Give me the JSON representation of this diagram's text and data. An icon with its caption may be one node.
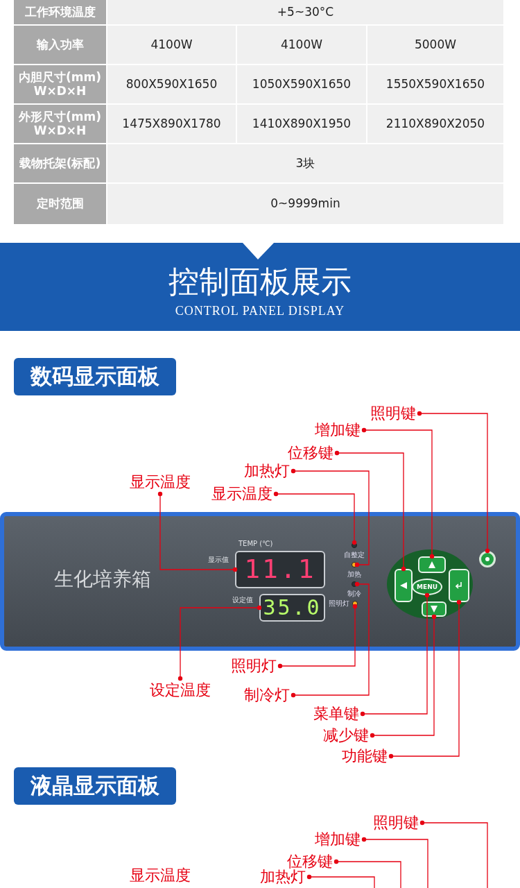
{
  "diagram": {
    "nodes": [
      {
        "text": [
          "数码显示面板"
        ]
      },
      {
        "text": [
          "生化培养箱"
        ]
      },
      {
        "text": [
          "11.1"
        ],
        "in": 1,
        "beside": [
          "TEMP (℃)",
          "显示值"
        ]
      },
      {
        "text": [
          "35.0"
        ],
        "in": 1,
        "beside": [
          "设定值"
        ]
      },
      {
        "text": [],
        "shape": "circle",
        "in": 1
      },
      {
        "text": [],
        "shape": "circle",
        "in": 1
      },
      {
        "text": [],
        "shape": "circle",
        "in": 1
      },
      {
        "text": [],
        "shape": "circle",
        "in": 1
      },
      {
        "text": [],
        "shape": "box",
        "in": 1
      },
      {
        "text": [],
        "shape": "box",
        "in": 1
      },
      {
        "text": [],
        "shape": "box",
        "in": 1
      },
      {
        "text": [],
        "shape": "box",
        "in": 1
      },
      {
        "text": [
          "MENU"
        ],
        "in": 1
      },
      {
        "text": [],
        "shape": "circle",
        "in": 1
      },
      {
        "text": [
          "显示温度"
        ]
      },
      {
        "text": [
          "显示温度"
        ]
      },
      {
        "text": [
          "加热灯"
        ]
      },
      {
        "text": [
          "位移键"
        ]
      },
      {
        "text": [
          "增加键"
        ]
      },
      {
        "text": [
          "照明键"
        ]
      },
      {
        "text": [
          "设定温度"
        ]
      },
      {
        "text": [
          "照明灯"
        ]
      },
      {
        "text": [
          "制冷灯"
        ]
      },
      {
        "text": [
          "菜单键"
        ]
      },
      {
        "text": [
          "减少键"
        ]
      },
      {
        "text": [
          "功能键"
        ]
      },
      {
        "text": [
          "液晶显示面板"
        ]
      },
      {
        "text": [
          "照明键"
        ]
      },
      {
        "text": [
          "增加键"
        ]
      },
      {
        "text": [
          "位移键"
        ]
      },
      {
        "text": [
          "加热灯"
        ]
      },
      {
        "text": [
          "显示温度"
        ]
      }
    ],
    "edges": [
      {
        "from": 14,
        "to": 2,
        "arrow": "other"
      },
      {
        "from": 15,
        "to": 4,
        "arrow": "other"
      },
      {
        "from": 16,
        "to": 5,
        "arrow": "other"
      },
      {
        "from": 17,
        "to": 8,
        "arrow": "other"
      },
      {
        "from": 18,
        "to": 9,
        "arrow": "other"
      },
      {
        "from": 19,
        "to": 13,
        "arrow": "other"
      },
      {
        "from": 20,
        "to": 3,
        "arrow": "other"
      },
      {
        "from": 21,
        "to": 7,
        "arrow": "other"
      },
      {
        "from": 22,
        "to": 6,
        "arrow": "other"
      },
      {
        "from": 23,
        "to": 12,
        "arrow": "other"
      },
      {
        "from": 24,
        "to": 11,
        "arrow": "other"
      },
      {
        "from": 25,
        "to": 10,
        "arrow": "other"
      },
      {
        "from": 27,
        "to": null,
        "arrow": "other"
      },
      {
        "from": 28,
        "to": null,
        "arrow": "other"
      },
      {
        "from": 29,
        "to": null,
        "arrow": "other"
      },
      {
        "from": 30,
        "to": null,
        "arrow": "other"
      }
    ],
    "labels": [
      "工作环境温度",
      "+5~30°C",
      "输入功率",
      "4100W",
      "4100W",
      "5000W",
      "内胆尺寸(mm) W×D×H",
      "800X590X1650",
      "1050X590X1650",
      "1550X590X1650",
      "外形尺寸(mm) W×D×H",
      "1475X890X1780",
      "1410X890X1950",
      "2110X890X2050",
      "载物托架(标配)",
      "3块",
      "定时范围",
      "0~9999min",
      "控制面板展示",
      "CONTROL PANEL DISPLAY",
      "自整定",
      "加热",
      "制冷",
      "照明灯"
    ]
  }
}
